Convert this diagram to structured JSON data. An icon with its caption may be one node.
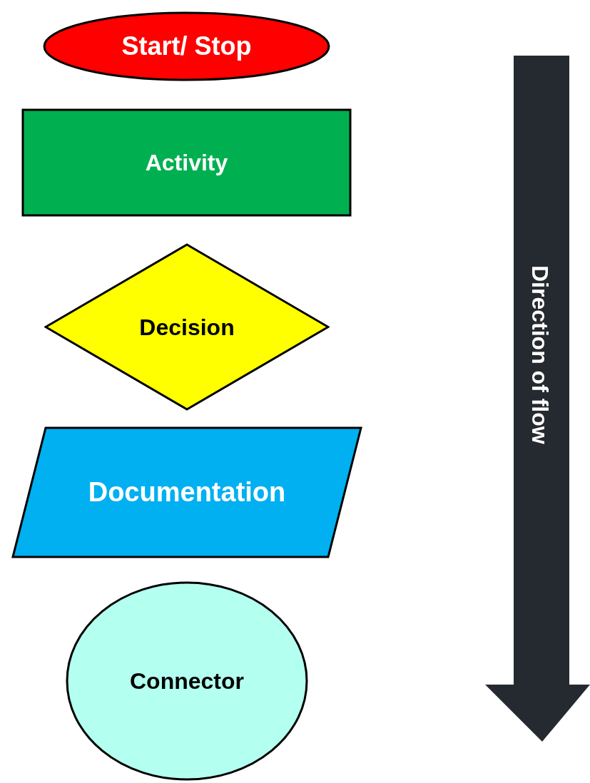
{
  "diagram": {
    "nodes": [
      {
        "text": [
          "Start/ Stop"
        ]
      },
      {
        "text": [
          "Activity"
        ]
      },
      {
        "text": [
          "Decision"
        ]
      },
      {
        "text": [
          "Documentation"
        ]
      },
      {
        "text": [
          "Connector"
        ]
      }
    ],
    "labels": [
      "Direction of flow"
    ]
  }
}
